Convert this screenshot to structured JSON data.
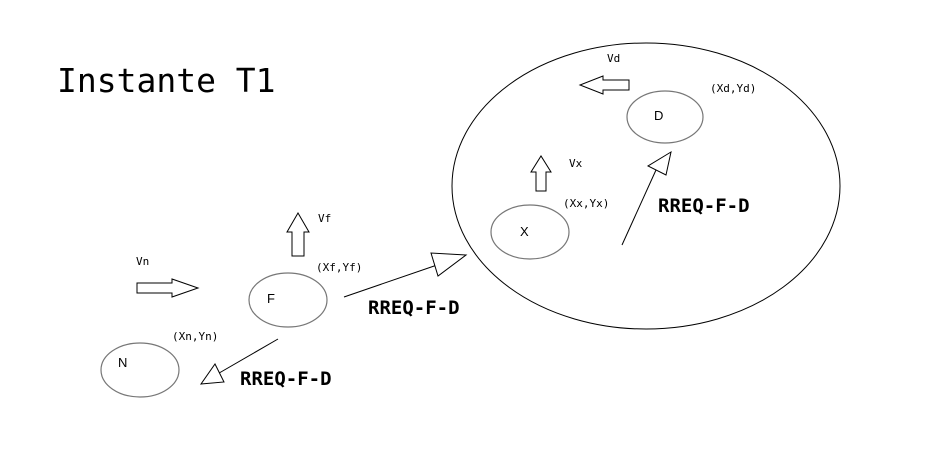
{
  "title": "Instante T1",
  "colors": {
    "node_stroke": "#777777",
    "line": "#000000",
    "background": "#ffffff"
  },
  "nodes": {
    "N": {
      "label": "N",
      "coord": "(Xn,Yn)"
    },
    "F": {
      "label": "F",
      "coord": "(Xf,Yf)",
      "velocity": "Vf"
    },
    "X": {
      "label": "X",
      "coord": "(Xx,Yx)",
      "velocity": "Vx"
    },
    "D": {
      "label": "D",
      "coord": "(Xd,Yd)",
      "velocity": "Vd"
    }
  },
  "velocity_n": "Vn",
  "messages": {
    "f_to_n": "RREQ-F-D",
    "f_to_x": "RREQ-F-D",
    "x_to_d": "RREQ-F-D"
  }
}
